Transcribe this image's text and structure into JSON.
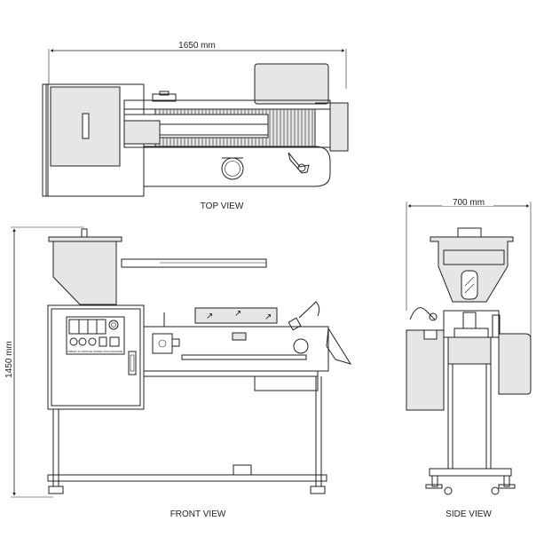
{
  "dimensions": {
    "top_width": "1650  mm",
    "side_width": "700  mm",
    "height": "1450  mm"
  },
  "views": {
    "top": "TOP VIEW",
    "front": "FRONT VIEW",
    "side": "SIDE VIEW"
  },
  "panel": {
    "plate_text": "TABLET & CAPSULE INSPECTION MACHINE"
  }
}
